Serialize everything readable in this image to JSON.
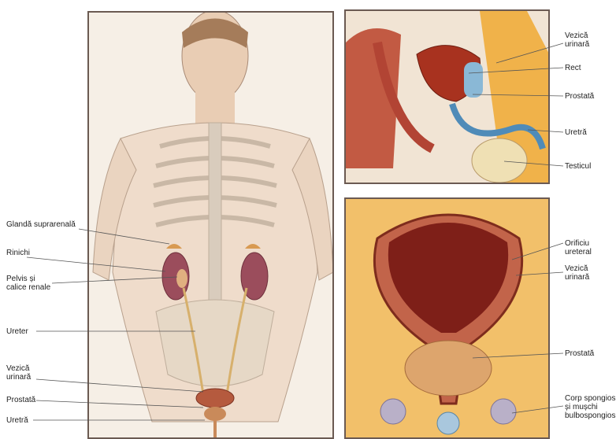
{
  "left_labels": {
    "adrenal": "Glandă suprarenală",
    "kidney": "Rinichi",
    "pelvis": "Pelvis și\ncalice renale",
    "ureter": "Ureter",
    "bladder": "Vezică\nurinară",
    "prostate": "Prostată",
    "urethra": "Uretră"
  },
  "top_right_labels": {
    "bladder": "Vezică\nurinară",
    "rectum": "Rect",
    "prostate": "Prostată",
    "urethra": "Uretră",
    "testicle": "Testicul"
  },
  "bottom_right_labels": {
    "ureteral_orifice": "Orificiu ureteral",
    "bladder": "Vezică\nurinară",
    "prostate": "Prostată",
    "spongy_body": "Corp spongios\nși mușchi\nbulbospongios"
  }
}
